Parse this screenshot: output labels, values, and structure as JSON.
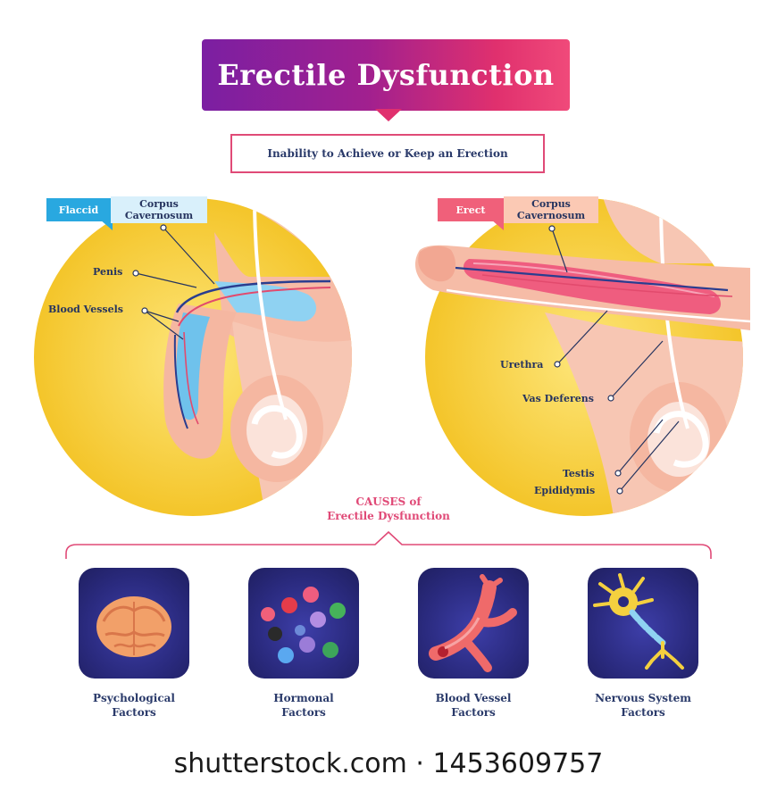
{
  "title": "Erectile Dysfunction",
  "subtitle": "Inability to Achieve or Keep an Erection",
  "left_panel": {
    "tag": "Flaccid",
    "labels": {
      "corpus": "Corpus Cavernosum",
      "penis": "Penis",
      "blood_vessels": "Blood Vessels"
    }
  },
  "right_panel": {
    "tag": "Erect",
    "labels": {
      "corpus": "Corpus Cavernosum",
      "urethra": "Urethra",
      "vas_deferens": "Vas Deferens",
      "testis": "Testis",
      "epididymis": "Epididymis"
    }
  },
  "causes": {
    "heading_line1": "CAUSES of",
    "heading_line2": "Erectile Dysfunction",
    "items": [
      {
        "line1": "Psychological",
        "line2": "Factors",
        "icon": "brain-icon"
      },
      {
        "line1": "Hormonal",
        "line2": "Factors",
        "icon": "hormone-molecules-icon"
      },
      {
        "line1": "Blood Vessel",
        "line2": "Factors",
        "icon": "blood-vessel-icon"
      },
      {
        "line1": "Nervous System",
        "line2": "Factors",
        "icon": "neuron-icon"
      }
    ]
  },
  "watermark": "shutterstock.com · 1453609757",
  "colors": {
    "title_start": "#7b1fa2",
    "title_end": "#f04a7a",
    "accent_pink": "#e04a77",
    "flaccid_tag": "#29a8e0",
    "erect_tag": "#f0607a",
    "circle_yellow": "#f7cf38",
    "skin": "#f7c6b3",
    "tile": "#2a2a7e",
    "label_text": "#26345f"
  }
}
